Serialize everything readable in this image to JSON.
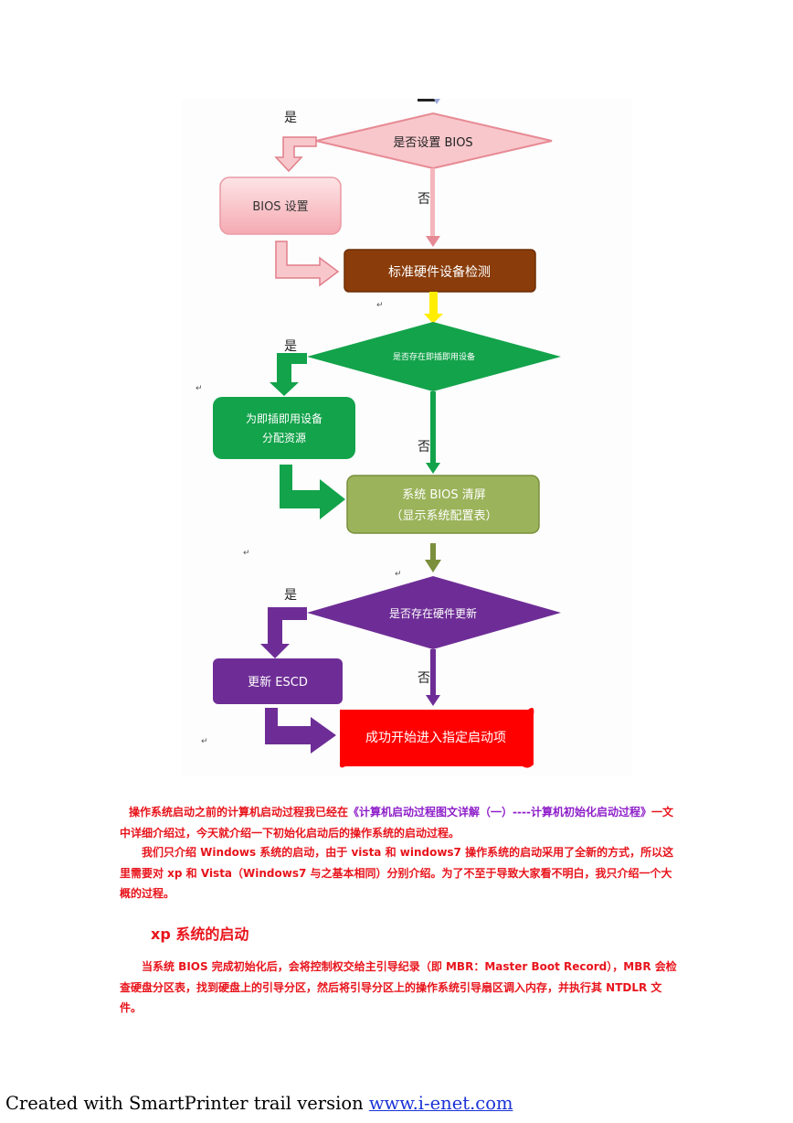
{
  "flowchart": {
    "decision_bios": "是否设置 BIOS",
    "bios_setup": "BIOS 设置",
    "hw_detect": "标准硬件设备检测",
    "decision_pnp": "是否存在即插即用设备",
    "pnp_alloc_line1": "为即插即用设备",
    "pnp_alloc_line2": "分配资源",
    "clear_line1": "系统 BIOS 清屏",
    "clear_line2": "（显示系统配置表）",
    "decision_hw_update": "是否存在硬件更新",
    "update_escd": "更新 ESCD",
    "boot": "成功开始进入指定启动项",
    "yes": "是",
    "no": "否",
    "colors": {
      "pink_fill": "#f8c7cc",
      "brown": "#8a3c0a",
      "green": "#13a34b",
      "olive": "#9bb35a",
      "purple": "#6e2d96",
      "red": "#ff0000",
      "yellow": "#ffee00"
    }
  },
  "article": {
    "p1_a": "操作系统启动之前的计算机启动过程我已经在",
    "p1_link": "《计算机启动过程图文详解（一）----计算机初始化启动过程》",
    "p1_b": "一文中详细介绍过，今天就介绍一下初始化启动后的操作系统的启动过程。",
    "p2": "我们只介绍 Windows 系统的启动，由于 vista 和 windows7 操作系统的启动采用了全新的方式，所以这里需要对 xp 和 Vista（Windows7 与之基本相同）分别介绍。为了不至于导致大家看不明白，我只介绍一个大概的过程。",
    "heading_xp": "xp",
    "heading_rest": " 系统的启动",
    "p3": "当系统 BIOS 完成初始化后，会将控制权交给主引导纪录（即 MBR：Master Boot Record），MBR 会检查硬盘分区表，找到硬盘上的引导分区，然后将引导分区上的操作系统引导扇区调入内存，并执行其 NTDLR 文件。"
  },
  "footer": {
    "text": "Created with SmartPrinter trail version ",
    "link": "www.i-enet.com"
  }
}
